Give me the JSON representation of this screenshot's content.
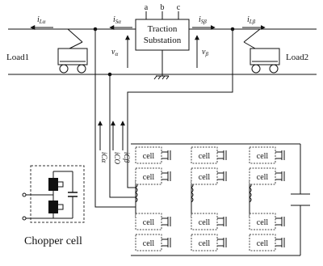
{
  "substation": {
    "line1": "Traction",
    "line2": "Substation",
    "phase_a": "a",
    "phase_b": "b",
    "phase_c": "c"
  },
  "currents": {
    "iLa": "i",
    "iLa_sub": "Lα",
    "iSa": "i",
    "iSa_sub": "Sα",
    "iSb": "i",
    "iSb_sub": "Sβ",
    "iLb": "i",
    "iLb_sub": "Lβ"
  },
  "voltages": {
    "va": "v",
    "va_sub": "α",
    "vb": "v",
    "vb_sub": "β"
  },
  "loads": {
    "left": "Load1",
    "right": "Load2"
  },
  "compensator": {
    "ica": "iCα",
    "ico": "iCO",
    "icb": "iCβ",
    "cell_label": "cell"
  },
  "chopper": {
    "caption": "Chopper cell"
  },
  "colors": {
    "line": "#111111",
    "cell_border": "#444444",
    "background": "#ffffff"
  }
}
